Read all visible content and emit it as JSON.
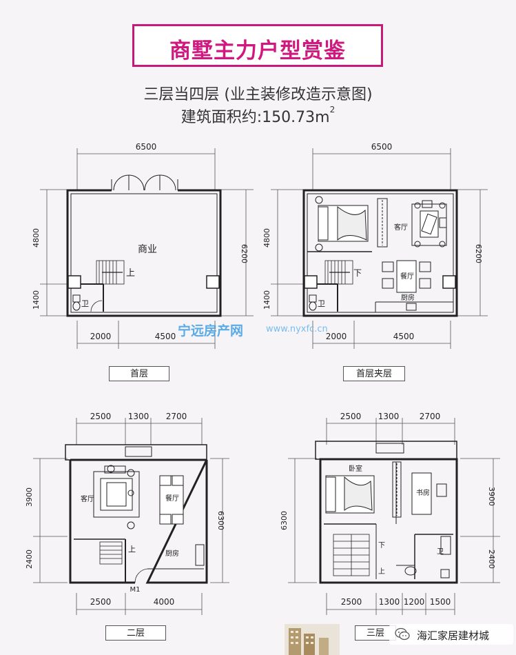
{
  "title": "商墅主力户型赏鉴",
  "subtitle": "三层当四层 (业主装修改造示意图)",
  "area_label": "建筑面积约:150.73m",
  "area_sup": "2",
  "watermark": {
    "text": "宁远房产网",
    "url": "www.nyxfc.cn"
  },
  "wechat_badge": {
    "text": "海汇家居建材城",
    "icon": "wechat-icon"
  },
  "colors": {
    "accent": "#d0197f",
    "wall": "#222222",
    "dim": "#555555"
  },
  "plans": {
    "ground": {
      "caption": "首层",
      "dim_top": "6500",
      "dim_left_top": "4800",
      "dim_left_bottom": "1400",
      "dim_right": "6200",
      "dim_bottom": [
        "2000",
        "4500"
      ],
      "rooms": {
        "commercial": "商业",
        "bath": "卫",
        "up": "上"
      }
    },
    "mezzanine": {
      "caption": "首层夹层",
      "dim_top": "6500",
      "dim_left_top": "4800",
      "dim_left_bottom": "1400",
      "dim_right": "6200",
      "dim_bottom": [
        "2000",
        "4500"
      ],
      "rooms": {
        "living": "客厅",
        "dining": "餐厅",
        "kitchen": "厨房",
        "bath": "卫",
        "down": "下"
      }
    },
    "second": {
      "caption": "二层",
      "dim_top": [
        "2500",
        "1300",
        "2700"
      ],
      "dim_left_top": "3900",
      "dim_left_bottom": "2400",
      "dim_right": "6300",
      "dim_bottom": [
        "2500",
        "4000"
      ],
      "door_label": "M1",
      "rooms": {
        "living": "客厅",
        "dining": "餐厅",
        "kitchen": "厨房",
        "up": "上"
      }
    },
    "third": {
      "caption": "三层",
      "dim_top": [
        "2500",
        "1300",
        "2700"
      ],
      "dim_left": "6300",
      "dim_right_top": "3900",
      "dim_right_bottom": "2400",
      "dim_bottom": [
        "2500",
        "1300",
        "1200",
        "1500"
      ],
      "rooms": {
        "bedroom": "卧室",
        "study": "书房",
        "bath": "卫",
        "down": "下",
        "up": "上"
      }
    }
  }
}
